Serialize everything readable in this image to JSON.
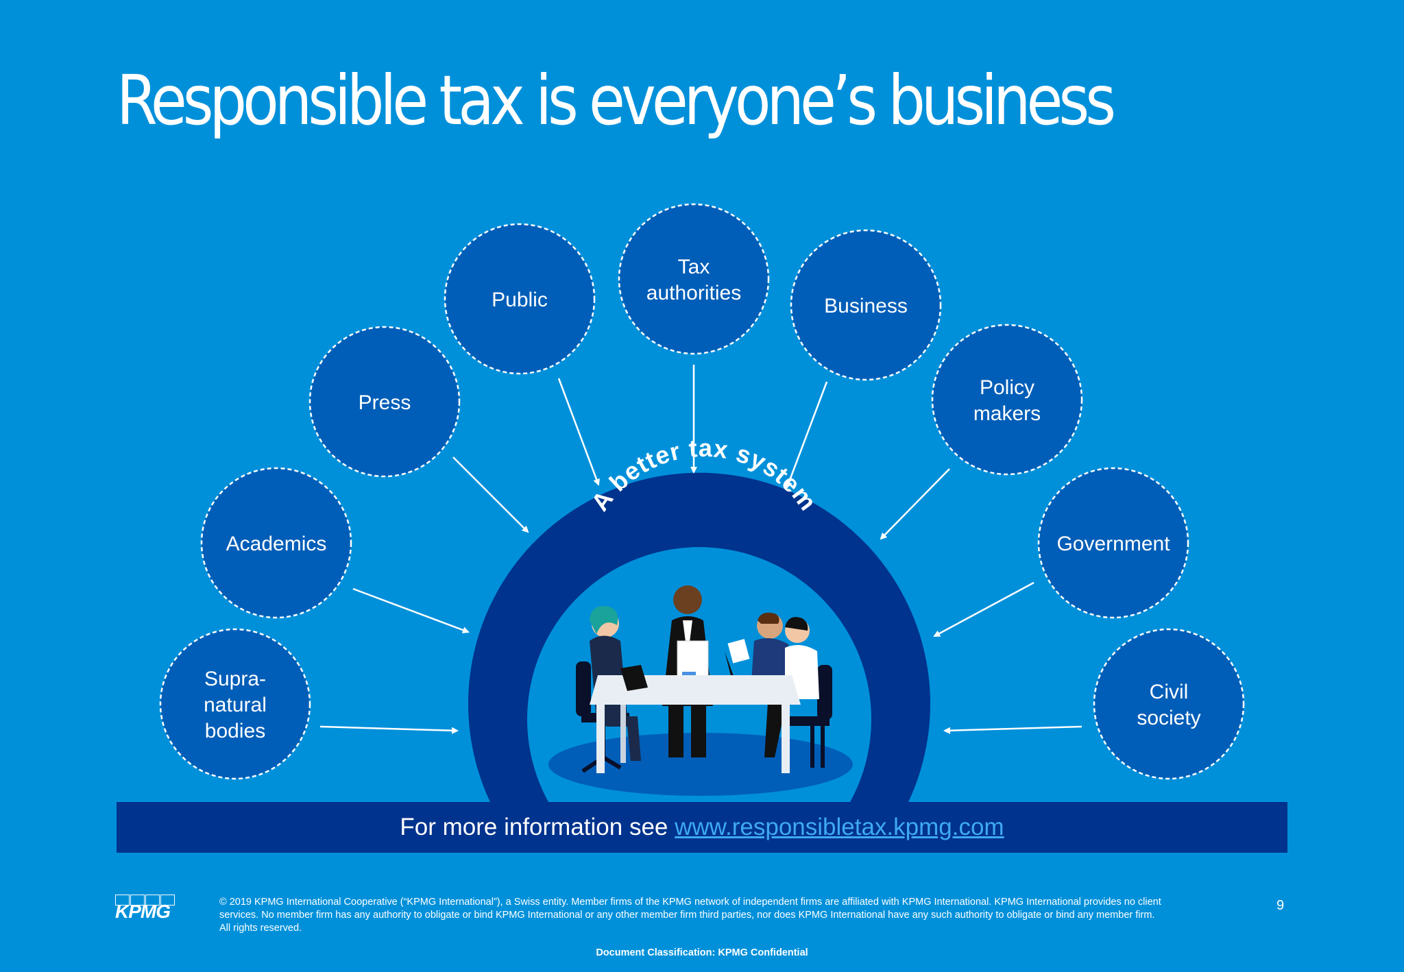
{
  "slide": {
    "title": "Responsible tax is everyone’s business",
    "center_arc_text": "A better tax system",
    "stakeholders": [
      {
        "label": "Supra-|natural|bodies"
      },
      {
        "label": "Academics"
      },
      {
        "label": "Press"
      },
      {
        "label": "Public"
      },
      {
        "label": "Tax|authorities"
      },
      {
        "label": "Business"
      },
      {
        "label": "Policy|makers"
      },
      {
        "label": "Government"
      },
      {
        "label": "Civil|society"
      }
    ],
    "banner": {
      "text": "For more information see ",
      "link": "www.responsibletax.kpmg.com"
    },
    "footer": {
      "logo": "KPMG",
      "legal": "© 2019 KPMG International Cooperative (“KPMG International”), a Swiss entity. Member firms of the KPMG network of independent firms are affiliated with KPMG International. KPMG International provides no client services. No member firm has any authority to obligate or bind KPMG International or any other member firm third parties, nor does KPMG International have any such authority to obligate or bind any member firm. All rights reserved.",
      "page_number": "9",
      "classification": "Document Classification: KPMG Confidential"
    }
  },
  "colors": {
    "background": "#0090da",
    "circle_fill": "#005eb8",
    "arch": "#00338d",
    "link": "#3fa9f5",
    "text": "#ffffff"
  }
}
